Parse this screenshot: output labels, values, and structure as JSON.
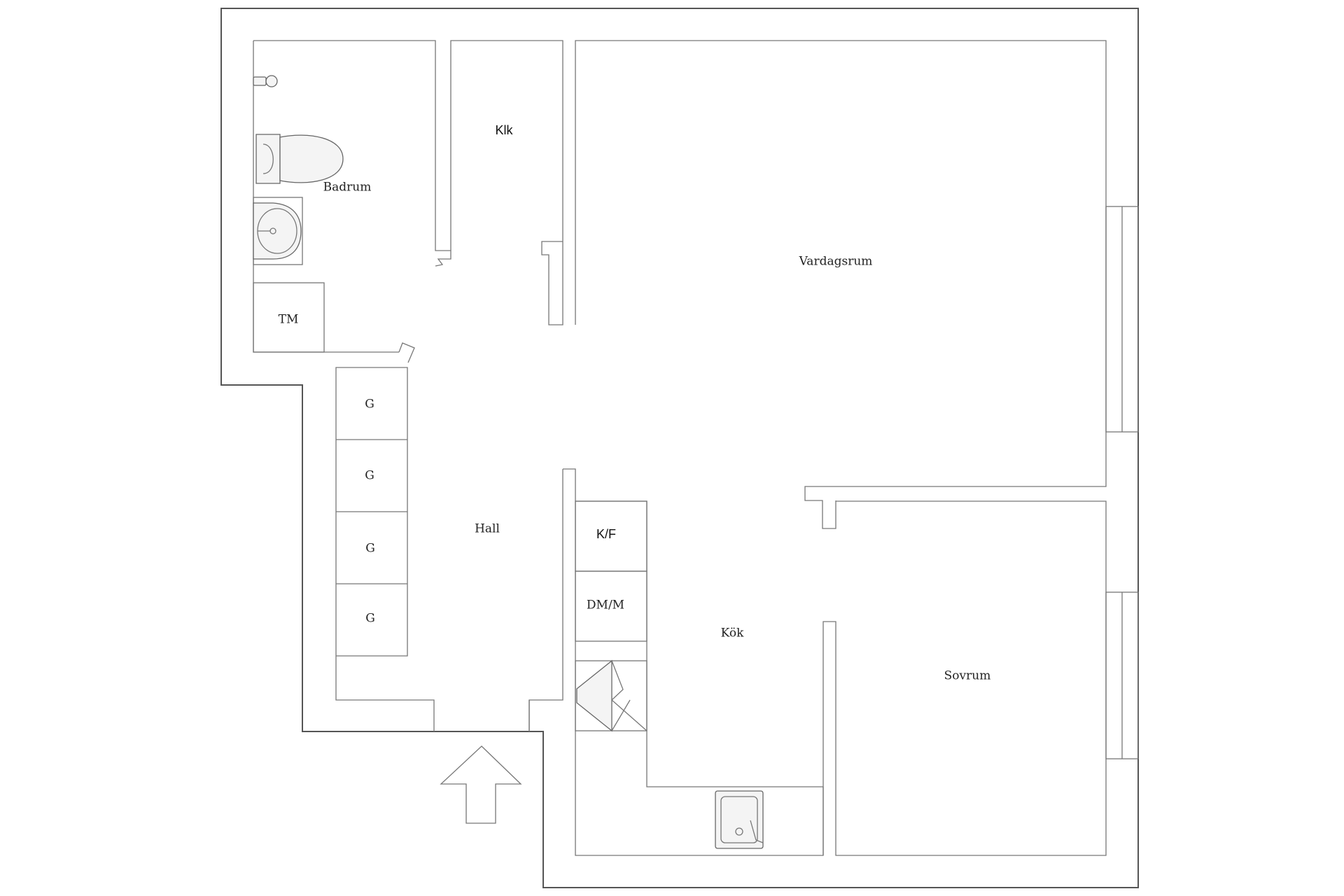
{
  "rooms": {
    "badrum": "Badrum",
    "klk": "Klk",
    "vardagsrum": "Vardagsrum",
    "tm": "TM",
    "hall": "Hall",
    "kok": "Kök",
    "sovrum": "Sovrum"
  },
  "units": {
    "g1": "G",
    "g2": "G",
    "g3": "G",
    "g4": "G",
    "kf": "K/F",
    "dmm": "DM/M"
  },
  "icons": {
    "entrance": "up-arrow-icon",
    "toilet": "toilet-icon",
    "washbasin": "washbasin-icon",
    "sink": "kitchen-sink-icon",
    "stove": "stove-hood-icon",
    "tap": "faucet-icon"
  },
  "colors": {
    "wall": "#555555",
    "line": "#777777",
    "fixture_fill": "#f4f4f4"
  }
}
